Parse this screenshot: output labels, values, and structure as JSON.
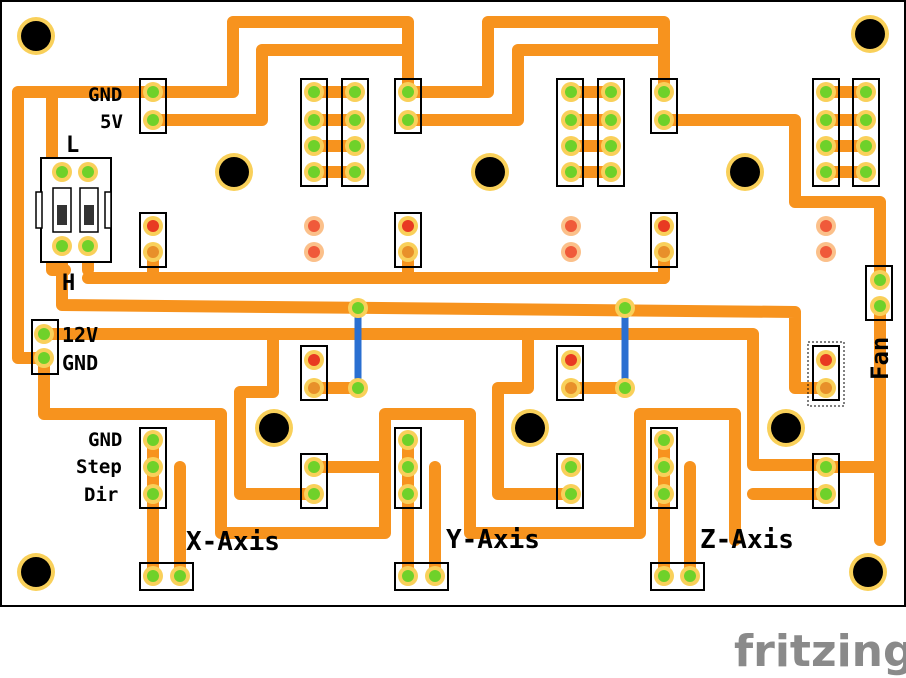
{
  "board": {
    "labels": {
      "gnd_top": "GND",
      "v5": "5V",
      "l": "L",
      "h": "H",
      "v12": "12V",
      "gnd_mid": "GND",
      "gnd_ctrl": "GND",
      "step": "Step",
      "dir": "Dir",
      "x_axis": "X-Axis",
      "y_axis": "Y-Axis",
      "z_axis": "Z-Axis",
      "fan": "Fan"
    },
    "colors": {
      "trace": "#f7931e",
      "pad": "#f9d05a",
      "pin_green": "#6fd12a",
      "pin_red": "#e83a22",
      "jumper": "#2a6fd1",
      "outline": "#000000"
    }
  },
  "brand": {
    "logo": "fritzing"
  }
}
